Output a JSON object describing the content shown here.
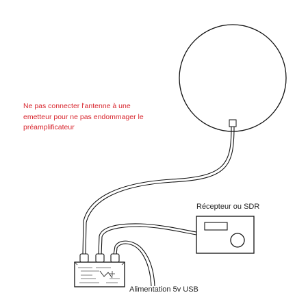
{
  "warning": {
    "line1": "Ne pas connecter l'antenne à une",
    "line2": "emetteur pour ne pas endommager le",
    "line3": "préamplificateur"
  },
  "receiver": {
    "label": "Récepteur ou SDR"
  },
  "power": {
    "label": "Alimentation 5v USB"
  },
  "colors": {
    "warning": "#d8262e",
    "line": "#111111"
  }
}
